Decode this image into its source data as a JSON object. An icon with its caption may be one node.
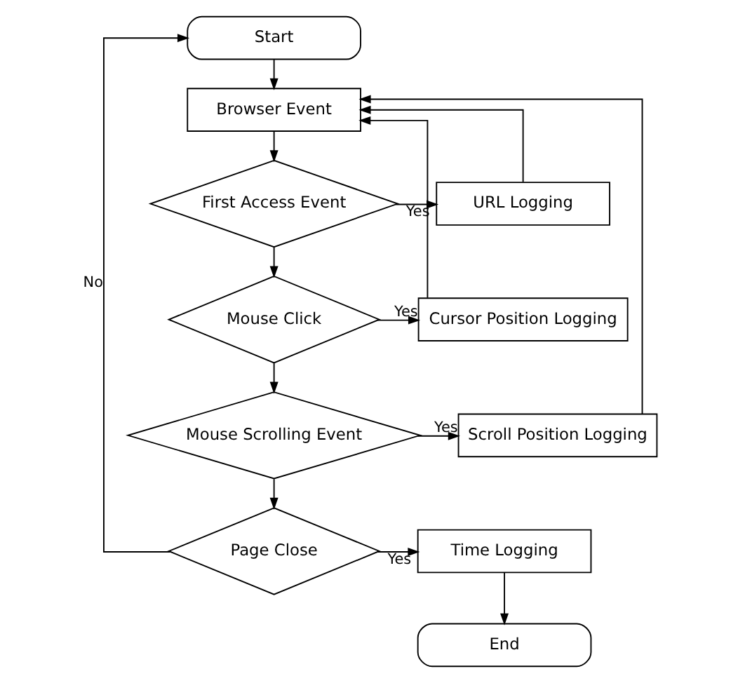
{
  "diagram": {
    "nodes": [
      {
        "text": [
          "Start"
        ]
      },
      {
        "text": [
          "Browser Event"
        ]
      },
      {
        "text": [
          "First Access Event"
        ]
      },
      {
        "text": [
          "URL Logging"
        ]
      },
      {
        "text": [
          "Mouse Click"
        ]
      },
      {
        "text": [
          "Cursor Position Logging"
        ]
      },
      {
        "text": [
          "Mouse Scrolling Event"
        ]
      },
      {
        "text": [
          "Scroll Position Logging"
        ]
      },
      {
        "text": [
          "Page Close"
        ]
      },
      {
        "text": [
          "Time Logging"
        ]
      },
      {
        "text": [
          "End"
        ]
      }
    ],
    "edges": [
      {
        "from": 0,
        "to": 1,
        "arrow": "to"
      },
      {
        "from": 1,
        "to": 2,
        "arrow": "to"
      },
      {
        "from": 2,
        "to": 3,
        "label": "Yes",
        "arrow": "to"
      },
      {
        "from": 2,
        "to": 4,
        "arrow": "to"
      },
      {
        "from": 4,
        "to": 5,
        "label": "Yes",
        "arrow": "to"
      },
      {
        "from": 4,
        "to": 6,
        "arrow": "to"
      },
      {
        "from": 6,
        "to": 7,
        "label": "Yes",
        "arrow": "to"
      },
      {
        "from": 6,
        "to": 8,
        "arrow": "to"
      },
      {
        "from": 8,
        "to": 9,
        "label": "Yes",
        "arrow": "to"
      },
      {
        "from": 9,
        "to": 10,
        "arrow": "to"
      },
      {
        "from": 3,
        "to": 1,
        "arrow": "to"
      },
      {
        "from": 5,
        "to": 1,
        "arrow": "to"
      },
      {
        "from": 7,
        "to": 1,
        "arrow": "to"
      },
      {
        "from": 8,
        "to": 0,
        "label": "No",
        "arrow": "to"
      }
    ]
  }
}
